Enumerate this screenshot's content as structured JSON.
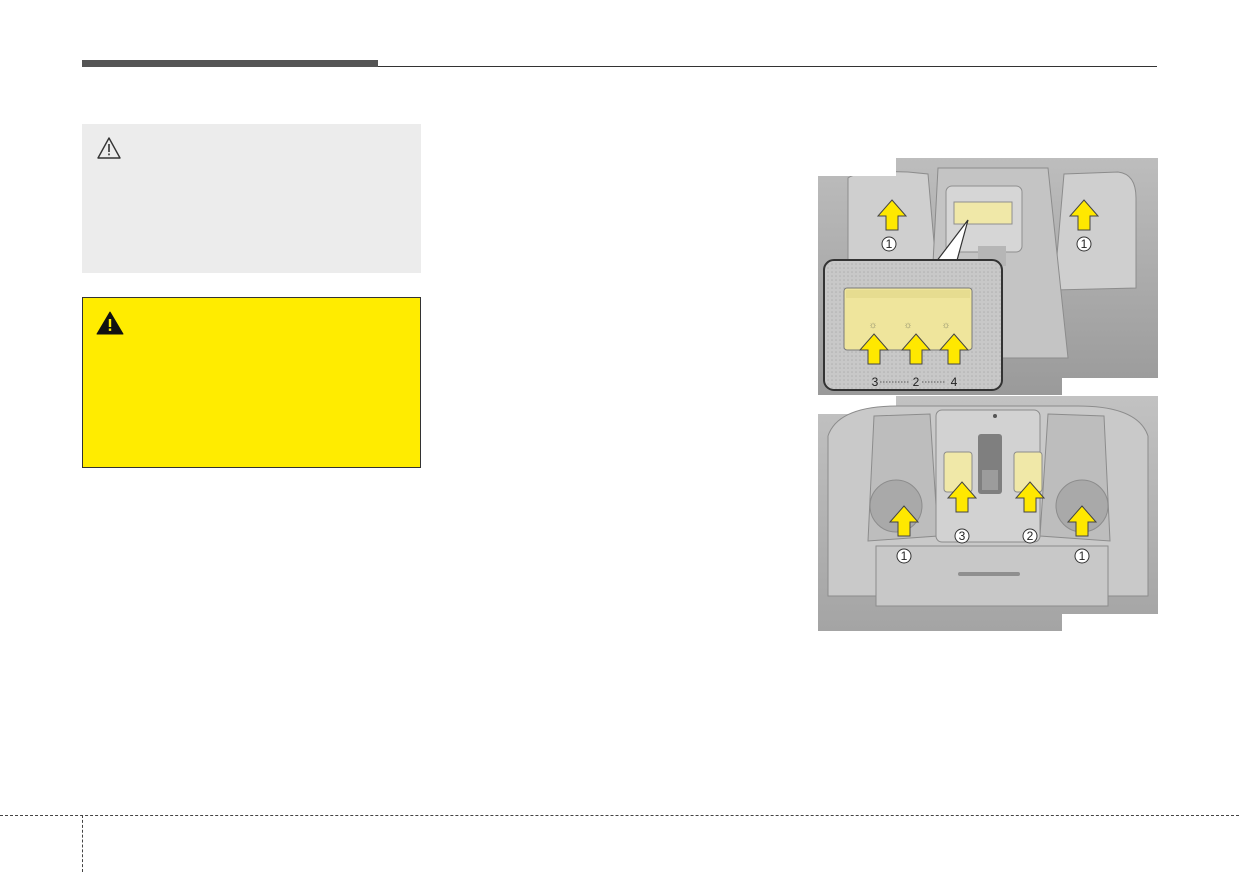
{
  "callouts": {
    "top_left": "1",
    "top_right": "1",
    "inset_left": "3",
    "inset_mid": "2",
    "inset_right": "4",
    "bottom_far_left": "1",
    "bottom_left": "3",
    "bottom_right": "2",
    "bottom_far_right": "1"
  },
  "icons": {
    "caution": "caution-triangle-outline",
    "warning": "warning-triangle-filled"
  },
  "colors": {
    "caution_bg": "#ececec",
    "warning_bg": "#ffec00",
    "arrow_fill": "#ffe800",
    "switch_highlight": "#f0e8a8"
  }
}
